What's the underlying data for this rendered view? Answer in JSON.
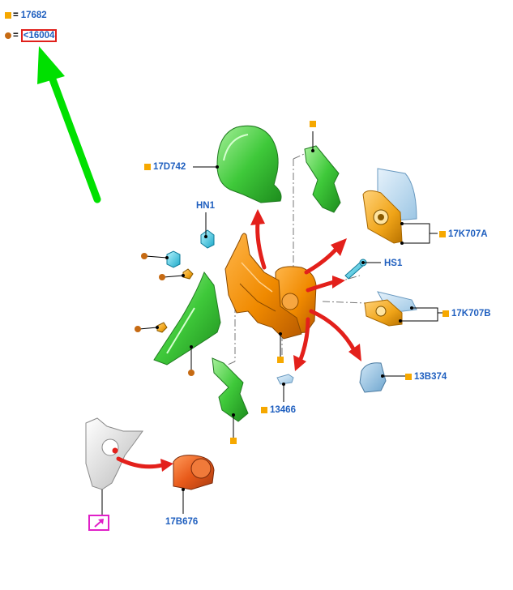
{
  "legend": {
    "square_ref": "17682",
    "dot_ref": "16004",
    "eq": "=",
    "dot_prefix": "<"
  },
  "labels": {
    "cover": "17D742",
    "hn1": "HN1",
    "glass_a": "17K707A",
    "hs1": "HS1",
    "glass_b": "17K707B",
    "lamp": "13B374",
    "clip": "13466",
    "motor": "17B676"
  },
  "colors": {
    "ref_blue": "#1f5fbf",
    "marker_square": "#f6a800",
    "marker_dot": "#c66a13",
    "green_part": "#3ec43a",
    "orange_part": "#f08a00",
    "arrow_red": "#e3201b",
    "arrow_green": "#00e000",
    "highlight_red": "#e0201b",
    "info_magenta": "#e020c8"
  },
  "icons": {
    "info_button": "arrow-up-right-icon"
  }
}
